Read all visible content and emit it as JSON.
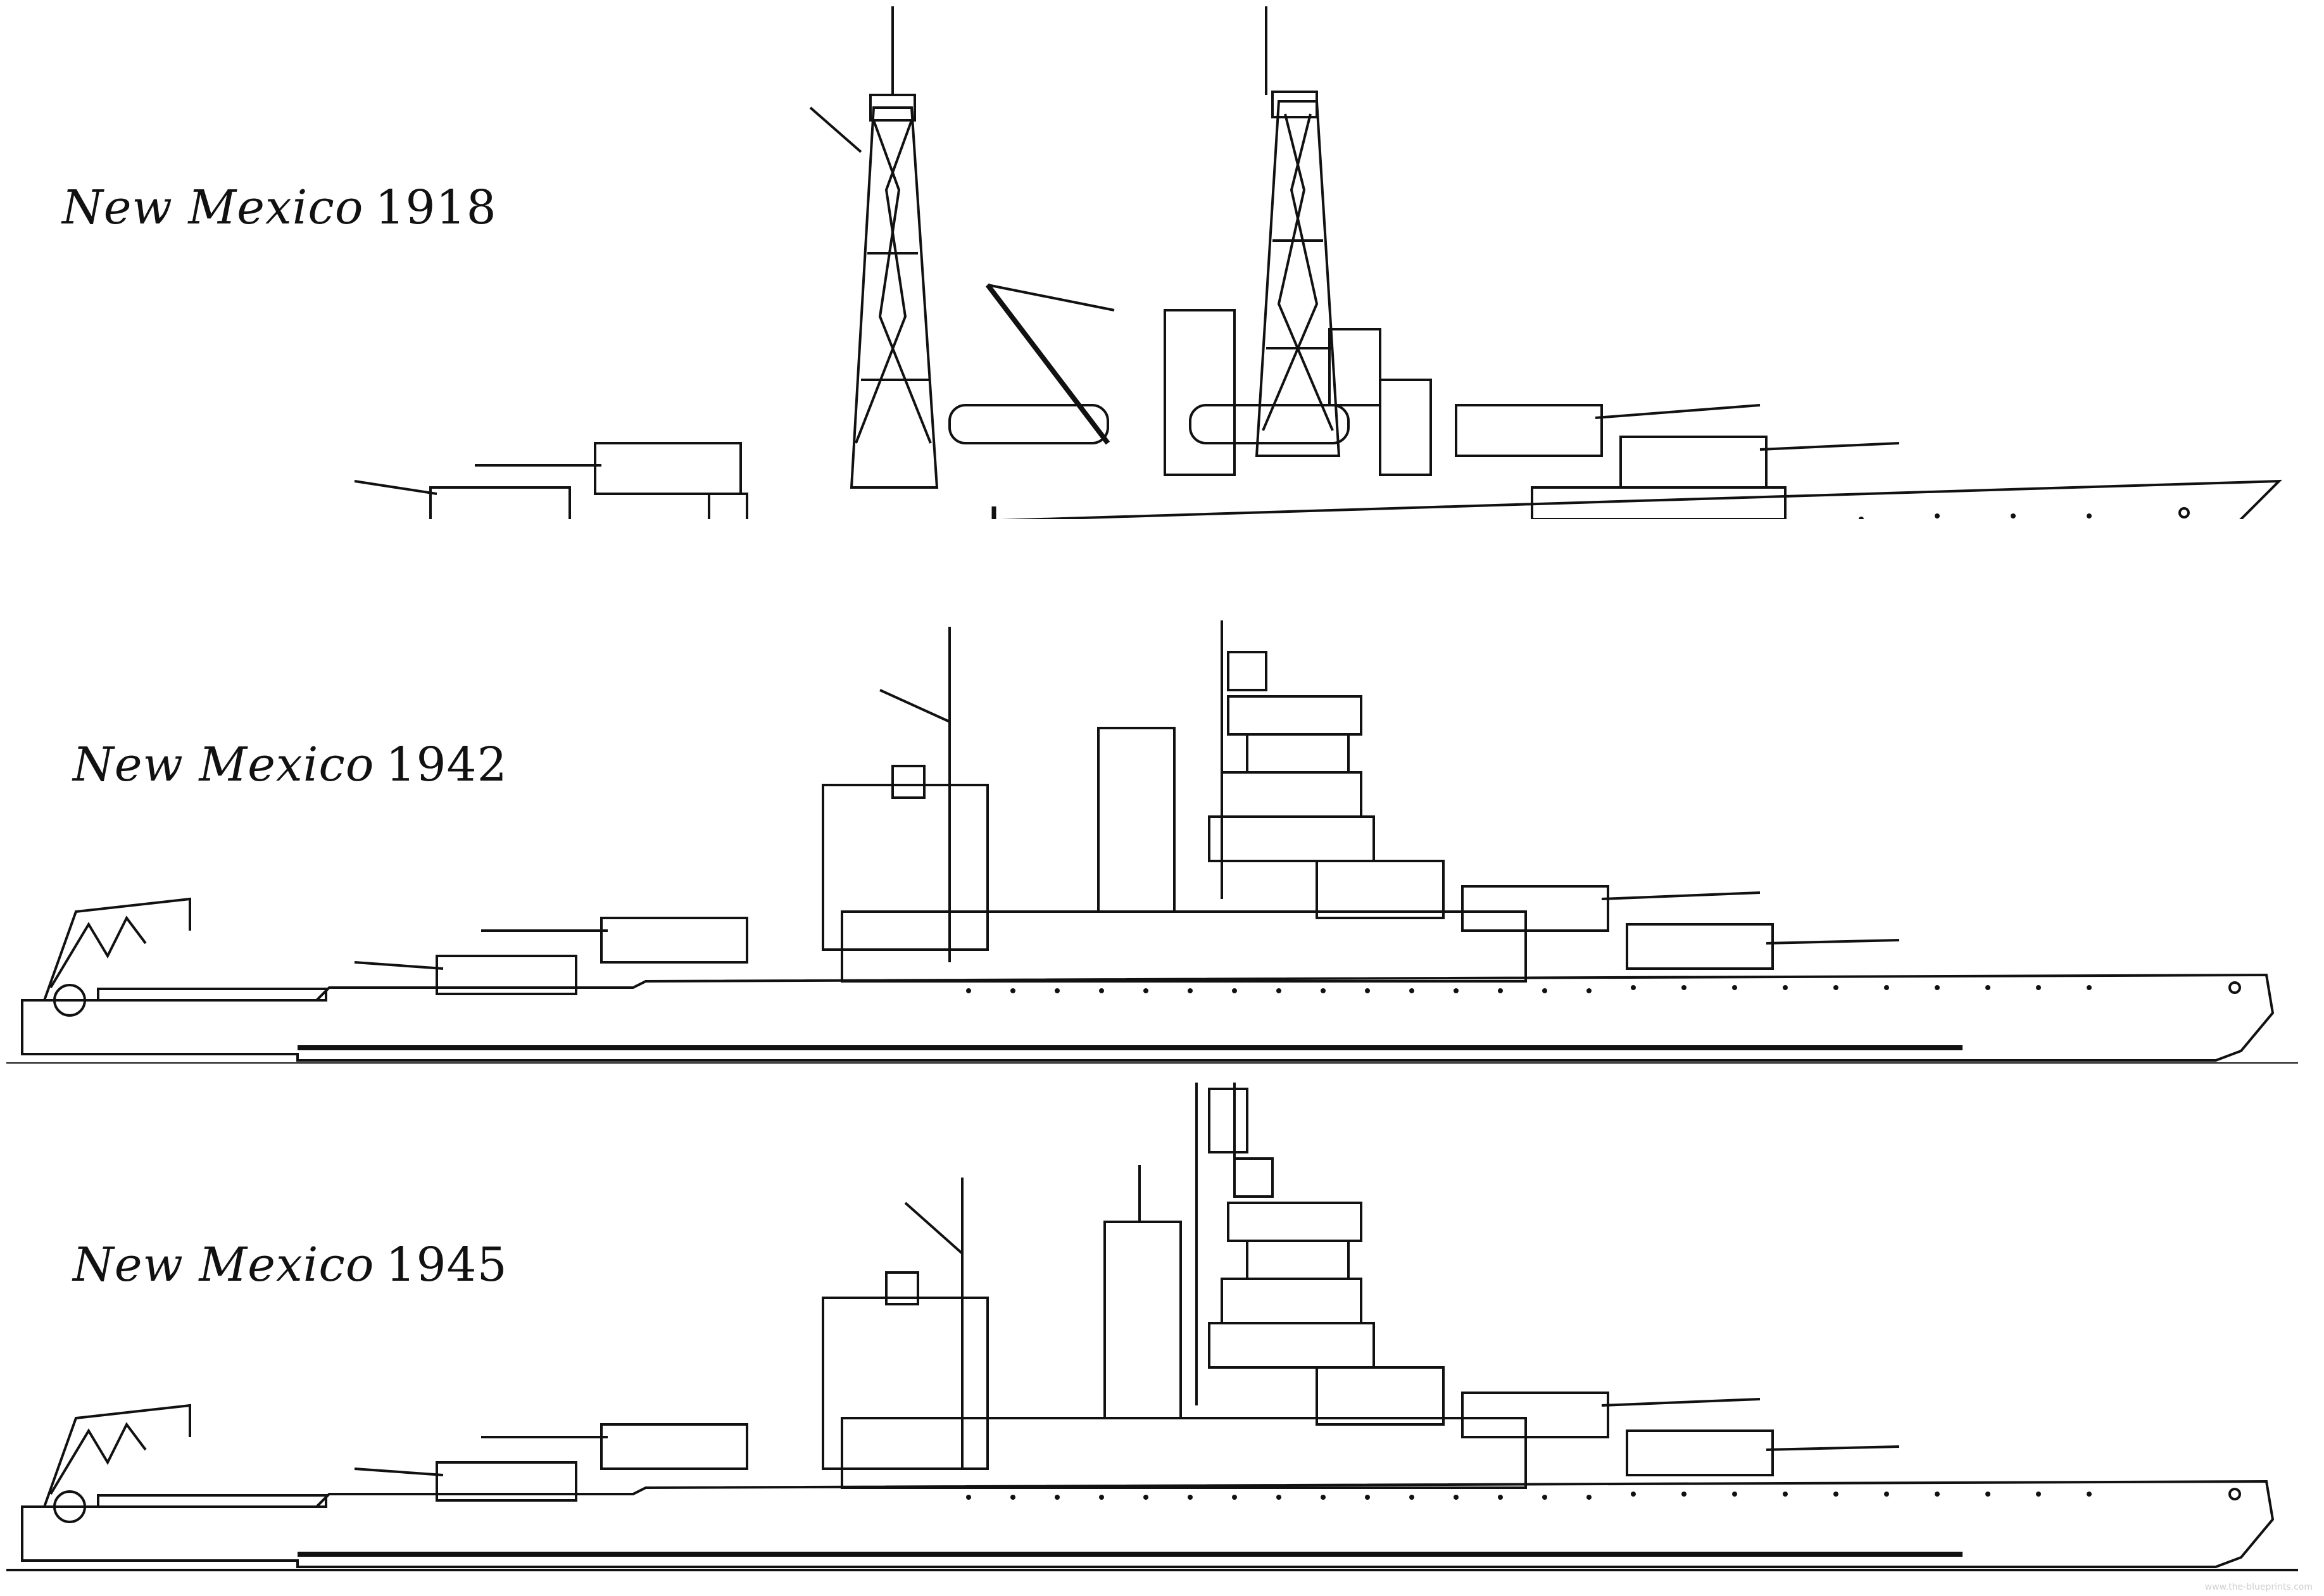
{
  "colors": {
    "ink": "#111111",
    "paper": "#ffffff",
    "watermark": "#cfcfcf"
  },
  "drawings": [
    {
      "name": "New Mexico",
      "year": "1918"
    },
    {
      "name": "New Mexico",
      "year": "1942"
    },
    {
      "name": "New Mexico",
      "year": "1945"
    }
  ],
  "watermark": "www.the-blueprints.com"
}
